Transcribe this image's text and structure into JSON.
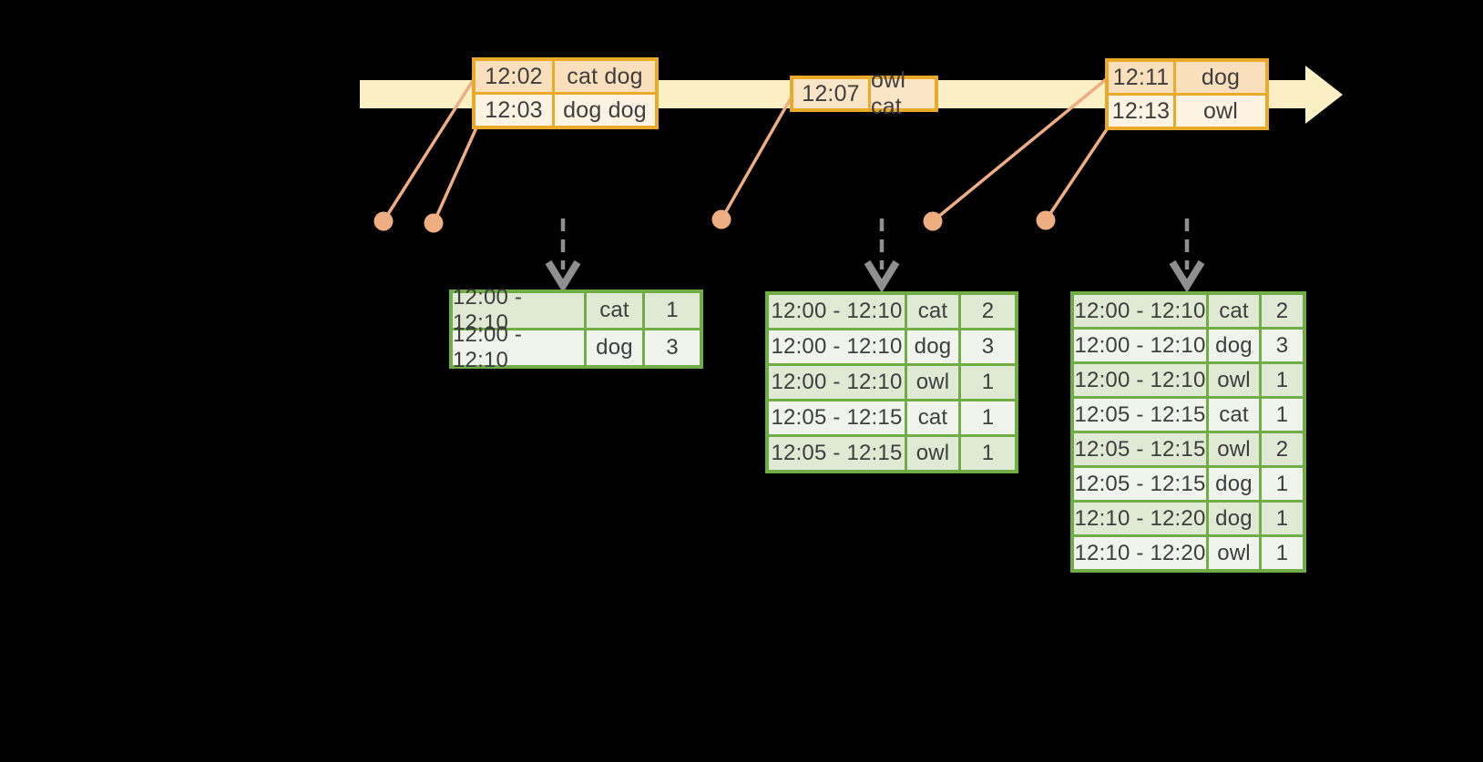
{
  "colors": {
    "background": "#000000",
    "timeline_band": "#FBEFC5",
    "event_table_border": "#E8AA28",
    "event_row_peach": "#F9DFBB",
    "event_row_cream": "#FCF3E2",
    "event_row_single": "#FAE5C6",
    "connector_salmon": "#EFAD82",
    "trigger_arrow_gray": "#8F8F8F",
    "result_table_border": "#70AD47",
    "result_row_light_green": "#DFE9D4",
    "result_row_off_white": "#F0F4EC",
    "text": "#3E3E3E"
  },
  "event_tables": [
    {
      "rows": [
        {
          "time": "12:02",
          "words": "cat dog"
        },
        {
          "time": "12:03",
          "words": "dog dog"
        }
      ]
    },
    {
      "rows": [
        {
          "time": "12:07",
          "words": "owl cat"
        }
      ]
    },
    {
      "rows": [
        {
          "time": "12:11",
          "words": "dog"
        },
        {
          "time": "12:13",
          "words": "owl"
        }
      ]
    }
  ],
  "result_tables": [
    {
      "rows": [
        {
          "win": "12:00 - 12:10",
          "word": "cat",
          "count": "1"
        },
        {
          "win": "12:00 - 12:10",
          "word": "dog",
          "count": "3"
        }
      ]
    },
    {
      "rows": [
        {
          "win": "12:00 - 12:10",
          "word": "cat",
          "count": "2"
        },
        {
          "win": "12:00 - 12:10",
          "word": "dog",
          "count": "3"
        },
        {
          "win": "12:00 - 12:10",
          "word": "owl",
          "count": "1"
        },
        {
          "win": "12:05 - 12:15",
          "word": "cat",
          "count": "1"
        },
        {
          "win": "12:05 - 12:15",
          "word": "owl",
          "count": "1"
        }
      ]
    },
    {
      "rows": [
        {
          "win": "12:00 - 12:10",
          "word": "cat",
          "count": "2"
        },
        {
          "win": "12:00 - 12:10",
          "word": "dog",
          "count": "3"
        },
        {
          "win": "12:00 - 12:10",
          "word": "owl",
          "count": "1"
        },
        {
          "win": "12:05 - 12:15",
          "word": "cat",
          "count": "1"
        },
        {
          "win": "12:05 - 12:15",
          "word": "owl",
          "count": "2"
        },
        {
          "win": "12:05 - 12:15",
          "word": "dog",
          "count": "1"
        },
        {
          "win": "12:10 - 12:20",
          "word": "dog",
          "count": "1"
        },
        {
          "win": "12:10 - 12:20",
          "word": "owl",
          "count": "1"
        }
      ]
    }
  ]
}
